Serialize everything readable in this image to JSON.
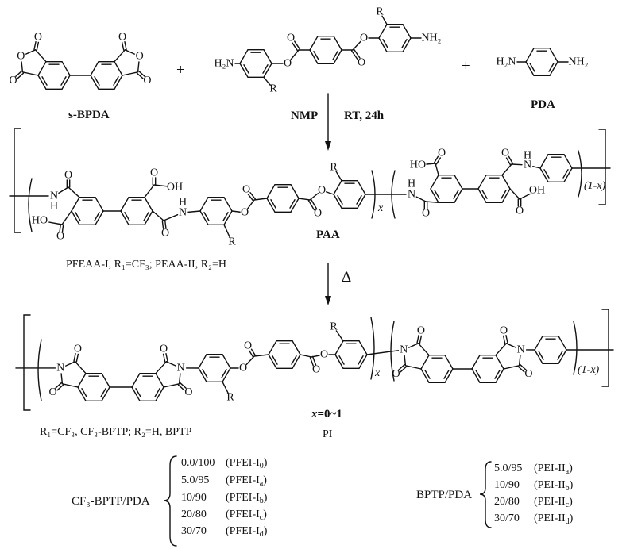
{
  "reactants": {
    "dianhydride_label": "s-BPDA",
    "plus": "+",
    "diamine_label": "PDA"
  },
  "step1": {
    "solvent": "NMP",
    "conditions": "RT, 24h"
  },
  "paa": {
    "label": "PAA",
    "x_label": "x",
    "one_minus_x_label": "(1-x)",
    "note": "PFEAA-I, R₁=CF₃; PEAA-II, R₂=H"
  },
  "step2": {
    "heat_symbol": "Δ"
  },
  "pi": {
    "x_label": "x",
    "one_minus_x_label": "(1-x)",
    "x_range_var": "x",
    "x_range_value": "=0~1",
    "r_note": "R₁=CF₃, CF₃-BPTP;  R₂=H, BPTP",
    "label": "PI"
  },
  "series_left": {
    "label": "CF₃-BPTP/PDA",
    "rows": [
      {
        "ratio": "0.0/100",
        "label": "(PFEI-I",
        "sub": "0",
        "end": ")"
      },
      {
        "ratio": "5.0/95",
        "label": "(PFEI-I",
        "sub": "a",
        "end": ")"
      },
      {
        "ratio": "10/90",
        "label": "(PFEI-I",
        "sub": "b",
        "end": ")"
      },
      {
        "ratio": "20/80",
        "label": "(PFEI-I",
        "sub": "c",
        "end": ")"
      },
      {
        "ratio": "30/70",
        "label": "(PFEI-I",
        "sub": "d",
        "end": ")"
      }
    ]
  },
  "series_right": {
    "label": "BPTP/PDA",
    "rows": [
      {
        "ratio": "5.0/95",
        "label": "(PEI-II",
        "sub": "a",
        "end": ")"
      },
      {
        "ratio": "10/90",
        "label": "(PEI-II",
        "sub": "b",
        "end": ")"
      },
      {
        "ratio": "20/80",
        "label": "(PEI-II",
        "sub": "c",
        "end": ")"
      },
      {
        "ratio": "30/70",
        "label": "(PEI-II",
        "sub": "d",
        "end": ")"
      }
    ]
  },
  "atoms": {
    "O": "O",
    "N": "N",
    "H": "H",
    "R": "R",
    "HO": "HO",
    "OH": "OH",
    "H2N": "H₂N",
    "NH2": "NH₂"
  }
}
